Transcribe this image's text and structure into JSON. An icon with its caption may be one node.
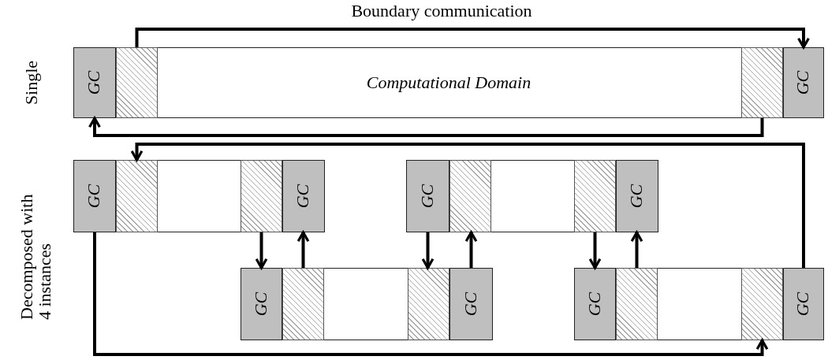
{
  "diagram": {
    "nodes": [
      {
        "text": [
          "Computational Domain"
        ]
      },
      {
        "text": [
          "GC"
        ],
        "in": 0
      },
      {
        "text": [],
        "shape": "box",
        "in": 0
      },
      {
        "text": [],
        "shape": "box",
        "in": 0
      },
      {
        "text": [
          "GC"
        ],
        "in": 0
      },
      {
        "text": [],
        "shape": "box"
      },
      {
        "text": [
          "GC"
        ],
        "in": 5
      },
      {
        "text": [],
        "shape": "box",
        "in": 5
      },
      {
        "text": [],
        "shape": "box",
        "in": 5
      },
      {
        "text": [
          "GC"
        ],
        "in": 5
      },
      {
        "text": [],
        "shape": "box"
      },
      {
        "text": [
          "GC"
        ],
        "in": 10
      },
      {
        "text": [],
        "shape": "box",
        "in": 10
      },
      {
        "text": [],
        "shape": "box",
        "in": 10
      },
      {
        "text": [
          "GC"
        ],
        "in": 10
      },
      {
        "text": [],
        "shape": "box"
      },
      {
        "text": [
          "GC"
        ],
        "in": 15
      },
      {
        "text": [],
        "shape": "box",
        "in": 15
      },
      {
        "text": [],
        "shape": "box",
        "in": 15
      },
      {
        "text": [
          "GC"
        ],
        "in": 15
      },
      {
        "text": [],
        "shape": "box"
      },
      {
        "text": [
          "GC"
        ],
        "in": 20
      },
      {
        "text": [],
        "shape": "box",
        "in": 20
      },
      {
        "text": [],
        "shape": "box",
        "in": 20
      },
      {
        "text": [
          "GC"
        ],
        "in": 20
      }
    ],
    "edges": [
      {
        "from": 2,
        "to": 4,
        "arrow": "to",
        "label": "Boundary communication"
      },
      {
        "from": 3,
        "to": 1,
        "arrow": "to"
      },
      {
        "from": 8,
        "to": 16,
        "arrow": "to"
      },
      {
        "from": 17,
        "to": 9,
        "arrow": "to"
      },
      {
        "from": 11,
        "to": 18,
        "arrow": "to"
      },
      {
        "from": 19,
        "to": 12,
        "arrow": "to"
      },
      {
        "from": 13,
        "to": 21,
        "arrow": "to"
      },
      {
        "from": 22,
        "to": 14,
        "arrow": "to"
      },
      {
        "from": 24,
        "to": 7,
        "arrow": "to"
      },
      {
        "from": 6,
        "to": 23,
        "arrow": "to"
      }
    ],
    "labels": [
      "Single",
      "Decomposed with 4 instances"
    ]
  }
}
